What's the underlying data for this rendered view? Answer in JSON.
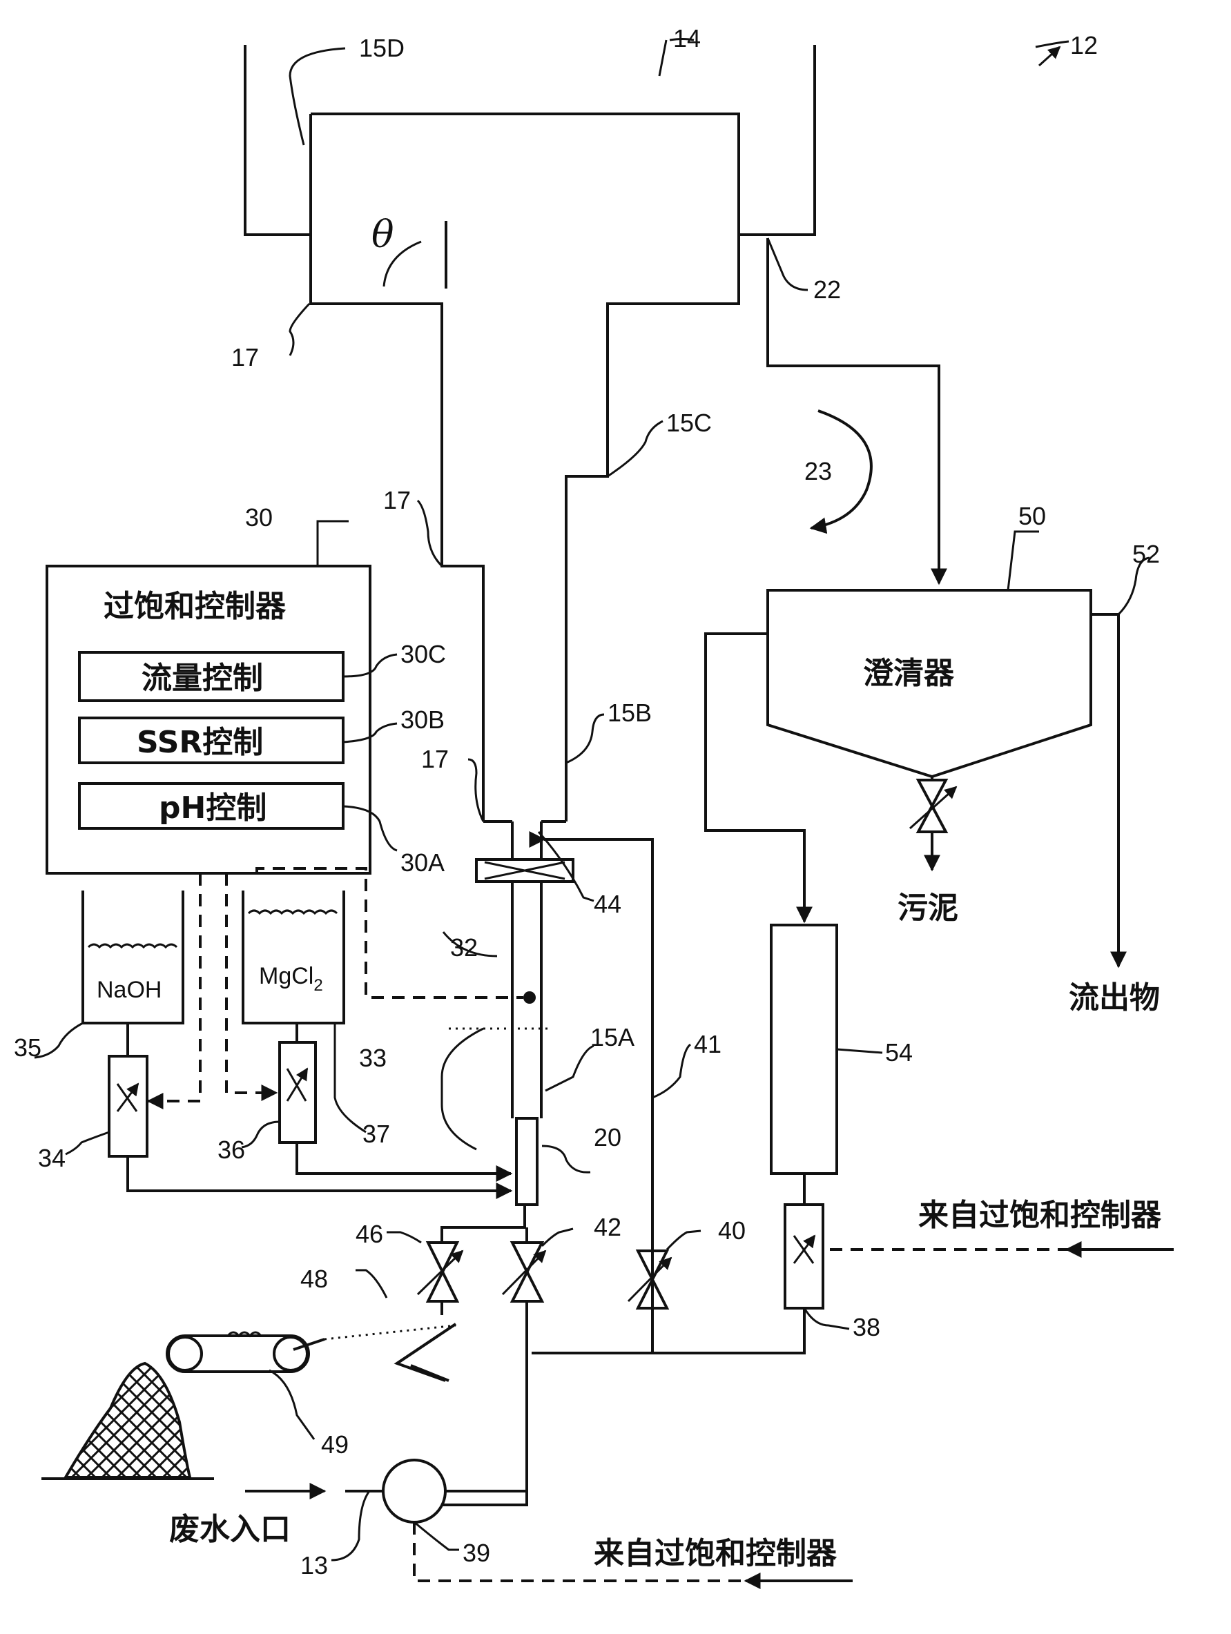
{
  "figure_ref": "12",
  "refs": {
    "r14": "14",
    "r15D": "15D",
    "r15C": "15C",
    "r15B": "15B",
    "r15A": "15A",
    "r17a": "17",
    "r17b": "17",
    "r17c": "17",
    "r22": "22",
    "r23": "23",
    "r20": "20",
    "r30": "30",
    "r30A": "30A",
    "r30B": "30B",
    "r30C": "30C",
    "r32": "32",
    "r33": "33",
    "r34": "34",
    "r35": "35",
    "r36": "36",
    "r37": "37",
    "r38": "38",
    "r39": "39",
    "r40": "40",
    "r41": "41",
    "r42": "42",
    "r44": "44",
    "r46": "46",
    "r48": "48",
    "r49": "49",
    "r50": "50",
    "r52": "52",
    "r54": "54",
    "r13": "13"
  },
  "theta": "θ",
  "controller": {
    "title": "过饱和控制器",
    "flow_control": "流量控制",
    "ssr_control": "SSR控制",
    "ph_control": "pH控制"
  },
  "tanks": {
    "naoh": "NaOH",
    "mgcl2": "MgCl",
    "mgcl2_sub": "2"
  },
  "clarifier": {
    "label": "澄清器",
    "sludge": "污泥",
    "effluent": "流出物"
  },
  "inputs": {
    "from_controller_right": "来自过饱和控制器",
    "from_controller_bottom": "来自过饱和控制器",
    "wastewater_inlet": "废水入口"
  }
}
